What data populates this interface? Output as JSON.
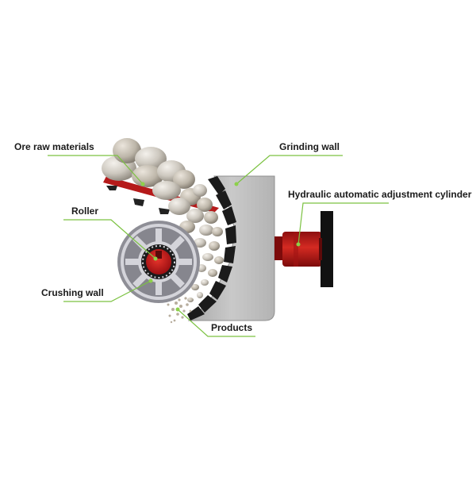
{
  "labels": {
    "ore_raw_materials": "Ore raw materials",
    "grinding_wall": "Grinding wall",
    "roller": "Roller",
    "hydraulic_cylinder": "Hydraulic automatic adjustment cylinder",
    "crushing_wall": "Crushing wall",
    "products": "Products"
  },
  "colors": {
    "leader_line": "#7cc242",
    "leader_dot": "#8dd14a",
    "housing": "#b9b9b9",
    "roller_gray": "#8e8e96",
    "roller_center": "#c4141c",
    "hydraulic_red": "#b01616",
    "liner_black": "#1b1b1b",
    "rock": "#cfcac0"
  },
  "icons": [
    "roller-assembly-icon",
    "rock-pile-icon",
    "hydraulic-cylinder-icon"
  ]
}
